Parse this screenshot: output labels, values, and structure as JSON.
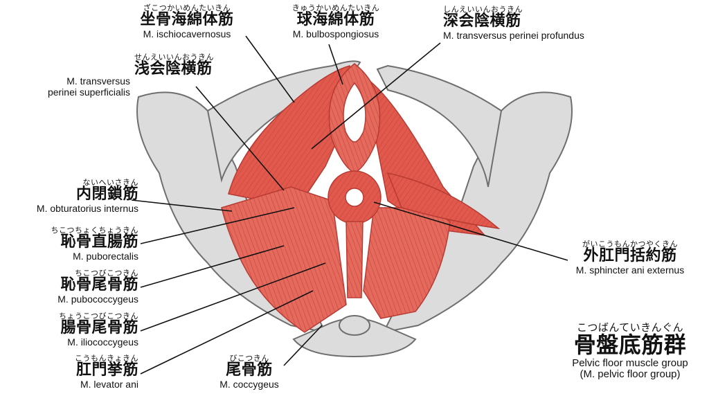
{
  "labels": {
    "ischiocavernosus": {
      "ruby": "ざこつかいめんたいきん",
      "kanji": "坐骨海綿体筋",
      "latin": "M. ischiocavernosus"
    },
    "bulbospongiosus": {
      "ruby": "きゅうかいめんたいきん",
      "kanji": "球海綿体筋",
      "latin": "M. bulbospongiosus"
    },
    "transversus_profundus": {
      "ruby": "しんえいいんおうきん",
      "kanji": "深会陰横筋",
      "latin": "M. transversus perinei profundus"
    },
    "transversus_superficialis": {
      "ruby": "せんえいいんおうきん",
      "kanji": "浅会陰横筋",
      "latin_line1": "M. transversus",
      "latin_line2": "perinei superficialis"
    },
    "obturatorius": {
      "ruby": "ないへいさきん",
      "kanji": "内閉鎖筋",
      "latin": "M. obturatorius internus"
    },
    "puborectalis": {
      "ruby": "ちこつちょくちょうきん",
      "kanji": "恥骨直腸筋",
      "latin": "M. puborectalis"
    },
    "pubococcygeus": {
      "ruby": "ちこつびこつきん",
      "kanji": "恥骨尾骨筋",
      "latin": "M. pubococcygeus"
    },
    "iliococcygeus": {
      "ruby": "ちょうこつびこつきん",
      "kanji": "腸骨尾骨筋",
      "latin": "M. iliococcygeus"
    },
    "levator_ani": {
      "ruby": "こうもんきょきん",
      "kanji": "肛門挙筋",
      "latin": "M. levator ani"
    },
    "coccygeus": {
      "ruby": "びこつきん",
      "kanji": "尾骨筋",
      "latin": "M. coccygeus"
    },
    "sphincter_ani": {
      "ruby": "がいこうもんかつやくきん",
      "kanji": "外肛門括約筋",
      "latin": "M. sphincter ani externus"
    }
  },
  "title": {
    "ruby": "こつばんていきんぐん",
    "kanji": "骨盤底筋群",
    "latin_line1": "Pelvic floor muscle group",
    "latin_line2": "(M. pelvic floor group)"
  },
  "colors": {
    "muscle": "#e0594c",
    "muscle_dark": "#b83a33",
    "bone": "#dcdcdc",
    "bone_stroke": "#6e6e6e"
  }
}
